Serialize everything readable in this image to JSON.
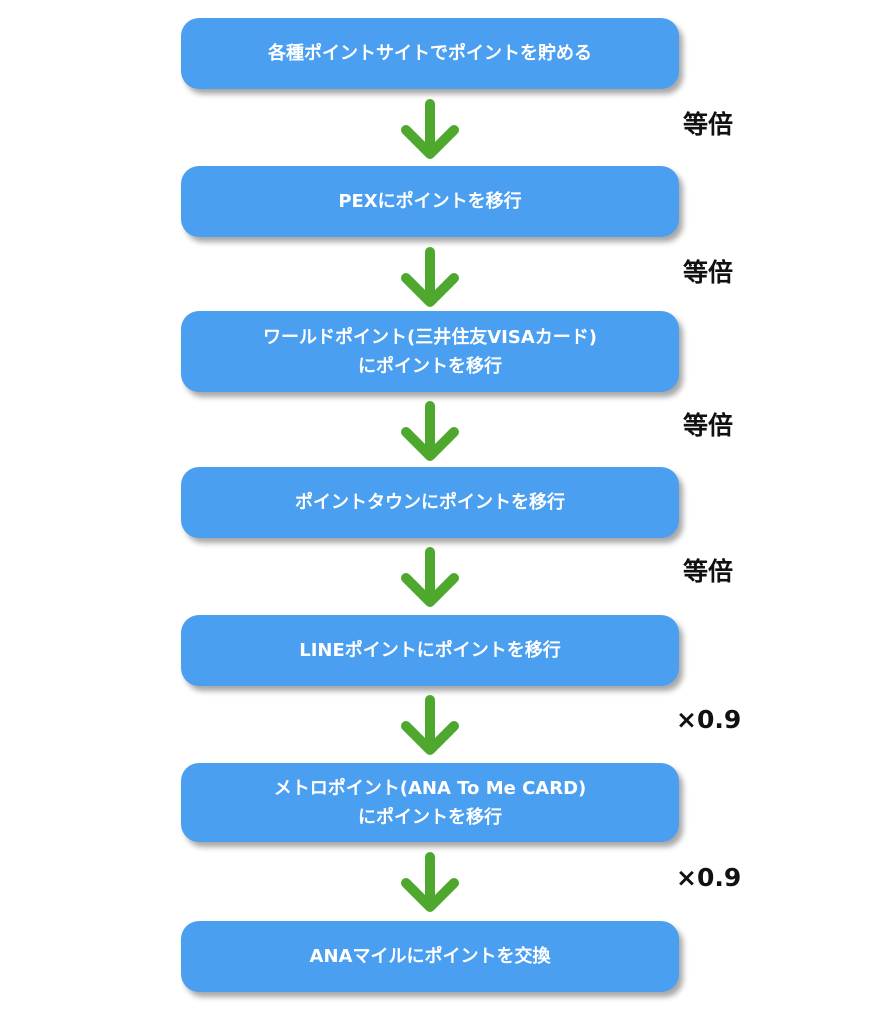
{
  "steps": [
    {
      "lines": [
        "各種ポイントサイトでポイントを貯める"
      ]
    },
    {
      "lines": [
        "PEXにポイントを移行"
      ]
    },
    {
      "lines": [
        "ワールドポイント(三井住友VISAカード)",
        "にポイントを移行"
      ]
    },
    {
      "lines": [
        "ポイントタウンにポイントを移行"
      ]
    },
    {
      "lines": [
        "LINEポイントにポイントを移行"
      ]
    },
    {
      "lines": [
        "メトロポイント(ANA To Me CARD)",
        "にポイントを移行"
      ]
    },
    {
      "lines": [
        "ANAマイルにポイントを交換"
      ]
    }
  ],
  "ratios": [
    "等倍",
    "等倍",
    "等倍",
    "等倍",
    "×0.9",
    "×0.9"
  ],
  "colors": {
    "box": "#4b9ff0",
    "arrow": "#4fa82e",
    "text_on_box": "#ffffff",
    "ratio_text": "#111111"
  },
  "icons": {
    "arrow": "arrow-down-icon"
  }
}
